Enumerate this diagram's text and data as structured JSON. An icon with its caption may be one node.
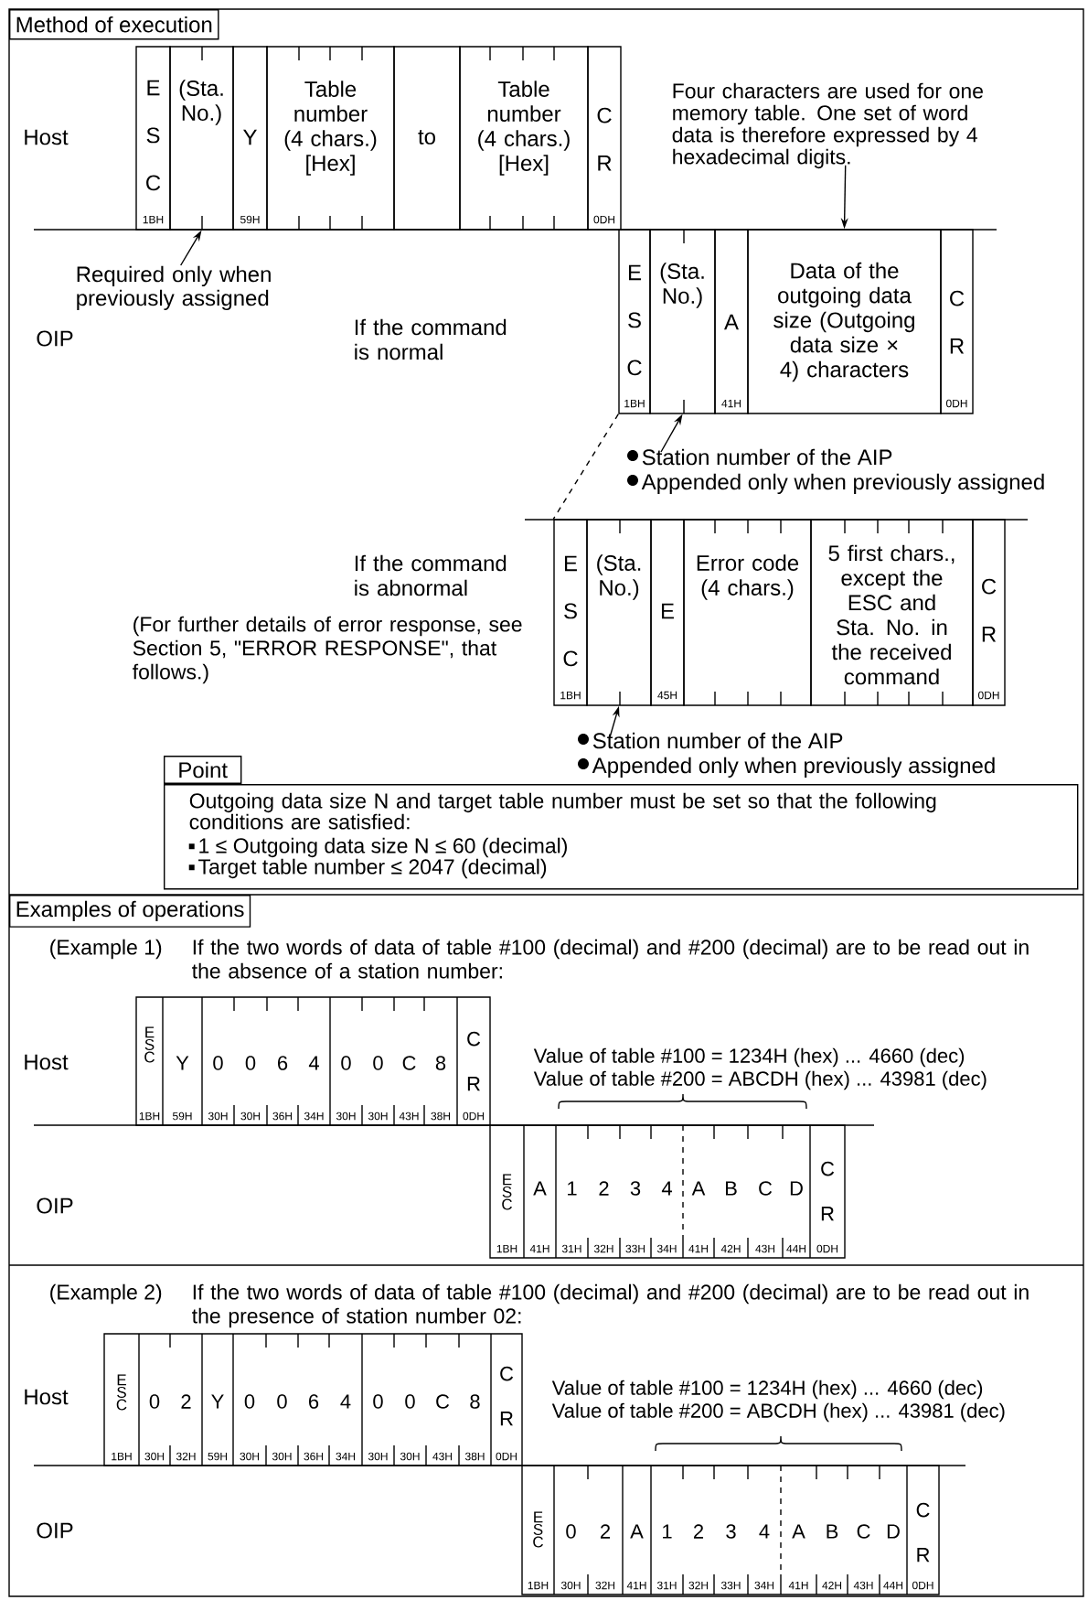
{
  "diagram": {
    "nodes": [
      {
        "text": [
          "Method of execution"
        ]
      },
      {
        "text": [
          "E S C",
          "1BH"
        ]
      },
      {
        "text": [
          "(Sta. No.)"
        ]
      },
      {
        "text": [
          "Y",
          "59H"
        ]
      },
      {
        "text": [
          "Table number (4 chars.) [Hex]"
        ]
      },
      {
        "text": [
          "to"
        ]
      },
      {
        "text": [
          "Table number (4 chars.) [Hex]"
        ]
      },
      {
        "text": [
          "C R",
          "0DH"
        ]
      },
      {
        "text": [
          "Four characters are used for one memory table. One set of word data is therefore expressed by 4 hexadecimal digits."
        ]
      },
      {
        "text": [
          "Required only when previously assigned"
        ]
      },
      {
        "text": [
          "E S C",
          "1BH"
        ]
      },
      {
        "text": [
          "(Sta. No.)"
        ]
      },
      {
        "text": [
          "A",
          "41H"
        ]
      },
      {
        "text": [
          "Data of the outgoing data size (Outgoing data size × 4) characters"
        ]
      },
      {
        "text": [
          "C R",
          "0DH"
        ]
      },
      {
        "text": [
          "Station number of the AIP",
          "Appended only when previously assigned"
        ]
      },
      {
        "text": [
          "E S C",
          "1BH"
        ]
      },
      {
        "text": [
          "(Sta. No.)"
        ]
      },
      {
        "text": [
          "E",
          "45H"
        ]
      },
      {
        "text": [
          "Error code (4 chars.)"
        ]
      },
      {
        "text": [
          "5 first chars., except the ESC and Sta. No. in the received command"
        ]
      },
      {
        "text": [
          "C R",
          "0DH"
        ]
      },
      {
        "text": [
          "Station number of the AIP",
          "Appended only when previously assigned"
        ]
      },
      {
        "text": [
          "Point",
          "Outgoing data size N and target table number must be set so that the following conditions are satisfied:",
          "1 ≤ Outgoing data size N ≤ 60 (decimal)",
          "Target table number ≤ 2047 (decimal)"
        ]
      },
      {
        "text": [
          "Examples of operations"
        ]
      },
      {
        "text": [
          "E S C",
          "1BH"
        ]
      },
      {
        "text": [
          "Y",
          "59H"
        ]
      },
      {
        "text": [
          "0",
          "30H"
        ]
      },
      {
        "text": [
          "0",
          "30H"
        ]
      },
      {
        "text": [
          "6",
          "36H"
        ]
      },
      {
        "text": [
          "4",
          "34H"
        ]
      },
      {
        "text": [
          "0",
          "30H"
        ]
      },
      {
        "text": [
          "0",
          "30H"
        ]
      },
      {
        "text": [
          "C",
          "43H"
        ]
      },
      {
        "text": [
          "8",
          "38H"
        ]
      },
      {
        "text": [
          "C R",
          "0DH"
        ]
      },
      {
        "text": [
          "E S C",
          "1BH"
        ]
      },
      {
        "text": [
          "A",
          "41H"
        ]
      },
      {
        "text": [
          "1",
          "31H"
        ]
      },
      {
        "text": [
          "2",
          "32H"
        ]
      },
      {
        "text": [
          "3",
          "33H"
        ]
      },
      {
        "text": [
          "4",
          "34H"
        ]
      },
      {
        "text": [
          "A",
          "41H"
        ]
      },
      {
        "text": [
          "B",
          "42H"
        ]
      },
      {
        "text": [
          "C",
          "43H"
        ]
      },
      {
        "text": [
          "D",
          "44H"
        ]
      },
      {
        "text": [
          "C R",
          "0DH"
        ]
      },
      {
        "text": [
          "E S C",
          "1BH"
        ]
      },
      {
        "text": [
          "0",
          "30H"
        ]
      },
      {
        "text": [
          "2",
          "32H"
        ]
      },
      {
        "text": [
          "Y",
          "59H"
        ]
      },
      {
        "text": [
          "0",
          "30H"
        ]
      },
      {
        "text": [
          "0",
          "30H"
        ]
      },
      {
        "text": [
          "6",
          "36H"
        ]
      },
      {
        "text": [
          "4",
          "34H"
        ]
      },
      {
        "text": [
          "0",
          "30H"
        ]
      },
      {
        "text": [
          "0",
          "30H"
        ]
      },
      {
        "text": [
          "C",
          "43H"
        ]
      },
      {
        "text": [
          "8",
          "38H"
        ]
      },
      {
        "text": [
          "C R",
          "0DH"
        ]
      },
      {
        "text": [
          "E S C",
          "1BH"
        ]
      },
      {
        "text": [
          "0",
          "30H"
        ]
      },
      {
        "text": [
          "2",
          "32H"
        ]
      },
      {
        "text": [
          "A",
          "41H"
        ]
      },
      {
        "text": [
          "1",
          "31H"
        ]
      },
      {
        "text": [
          "2",
          "32H"
        ]
      },
      {
        "text": [
          "3",
          "33H"
        ]
      },
      {
        "text": [
          "4",
          "34H"
        ]
      },
      {
        "text": [
          "A",
          "41H"
        ]
      },
      {
        "text": [
          "B",
          "42H"
        ]
      },
      {
        "text": [
          "C",
          "43H"
        ]
      },
      {
        "text": [
          "D",
          "44H"
        ]
      },
      {
        "text": [
          "C R",
          "0DH"
        ]
      }
    ],
    "edges": [
      {
        "from": 9,
        "to": 2,
        "arrow": "to"
      },
      {
        "from": 8,
        "to": 13,
        "arrow": "to"
      },
      {
        "from": 15,
        "to": 11,
        "arrow": "to"
      },
      {
        "from": 22,
        "to": 17,
        "arrow": "to"
      },
      {
        "from": 10,
        "to": 16,
        "arrow": "none",
        "style": "dashed"
      }
    ],
    "labels": [
      "Host",
      "OIP",
      "If the command is normal",
      "If the command is abnormal",
      "(For further details of error response, see Section 5, \"ERROR RESPONSE\", that follows.)",
      "(Example 1)",
      "If the two words of data of table #100 (decimal) and #200 (decimal) are to be read out in the absence of a station number:",
      "Host",
      "Value of table #100 = 1234H (hex) ... 4660 (dec)",
      "Value of table #200 = ABCDH (hex) ... 43981 (dec)",
      "OIP",
      "(Example 2)",
      "If the two words of data of table #100 (decimal) and #200 (decimal) are to be read out in the presence of station number 02:",
      "Host",
      "Value of table #100 = 1234H (hex) ... 4660 (dec)",
      "Value of table #200 = ABCDH (hex) ... 43981 (dec)",
      "OIP"
    ]
  }
}
